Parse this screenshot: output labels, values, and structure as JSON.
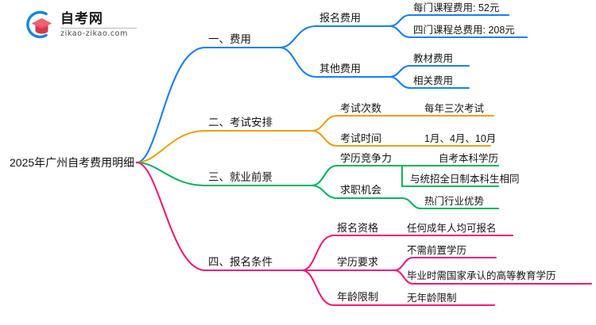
{
  "logo": {
    "name": "zikao-logo",
    "cn_text": "自考网",
    "url_text": "zikao-zikao.com"
  },
  "diagram": {
    "type": "mindmap",
    "root": {
      "label": "2025年广州自考费用明细"
    },
    "colors": {
      "branch1": "#1a7ff0",
      "branch2": "#eba10d",
      "branch3": "#08b364",
      "branch4": "#ef1a78",
      "text": "#141414"
    },
    "branches": [
      {
        "label": "一、费用",
        "color": "#1a7ff0",
        "children": [
          {
            "label": "报名费用",
            "children": [
              {
                "label": "每门课程费用: 52元"
              },
              {
                "label": "四门课程总费用: 208元"
              }
            ]
          },
          {
            "label": "其他费用",
            "children": [
              {
                "label": "教材费用"
              },
              {
                "label": "相关费用"
              }
            ]
          }
        ]
      },
      {
        "label": "二、考试安排",
        "color": "#eba10d",
        "children": [
          {
            "label": "考试次数",
            "children": [
              {
                "label": "每年三次考试"
              }
            ]
          },
          {
            "label": "考试时间",
            "children": [
              {
                "label": "1月、4月、10月"
              }
            ]
          }
        ]
      },
      {
        "label": "三、就业前景",
        "color": "#08b364",
        "children": [
          {
            "label": "学历竞争力",
            "children": [
              {
                "label": "自考本科学历"
              },
              {
                "label": "与统招全日制本科生相同"
              }
            ]
          },
          {
            "label": "求职机会",
            "children": [
              {
                "label": "热门行业优势"
              }
            ]
          }
        ]
      },
      {
        "label": "四、报名条件",
        "color": "#ef1a78",
        "children": [
          {
            "label": "报名资格",
            "children": [
              {
                "label": "任何成年人均可报名"
              }
            ]
          },
          {
            "label": "学历要求",
            "children": [
              {
                "label": "不需前置学历"
              },
              {
                "label": "毕业时需国家承认的高等教育学历"
              }
            ]
          },
          {
            "label": "年龄限制",
            "children": [
              {
                "label": "无年龄限制"
              }
            ]
          }
        ]
      }
    ]
  }
}
